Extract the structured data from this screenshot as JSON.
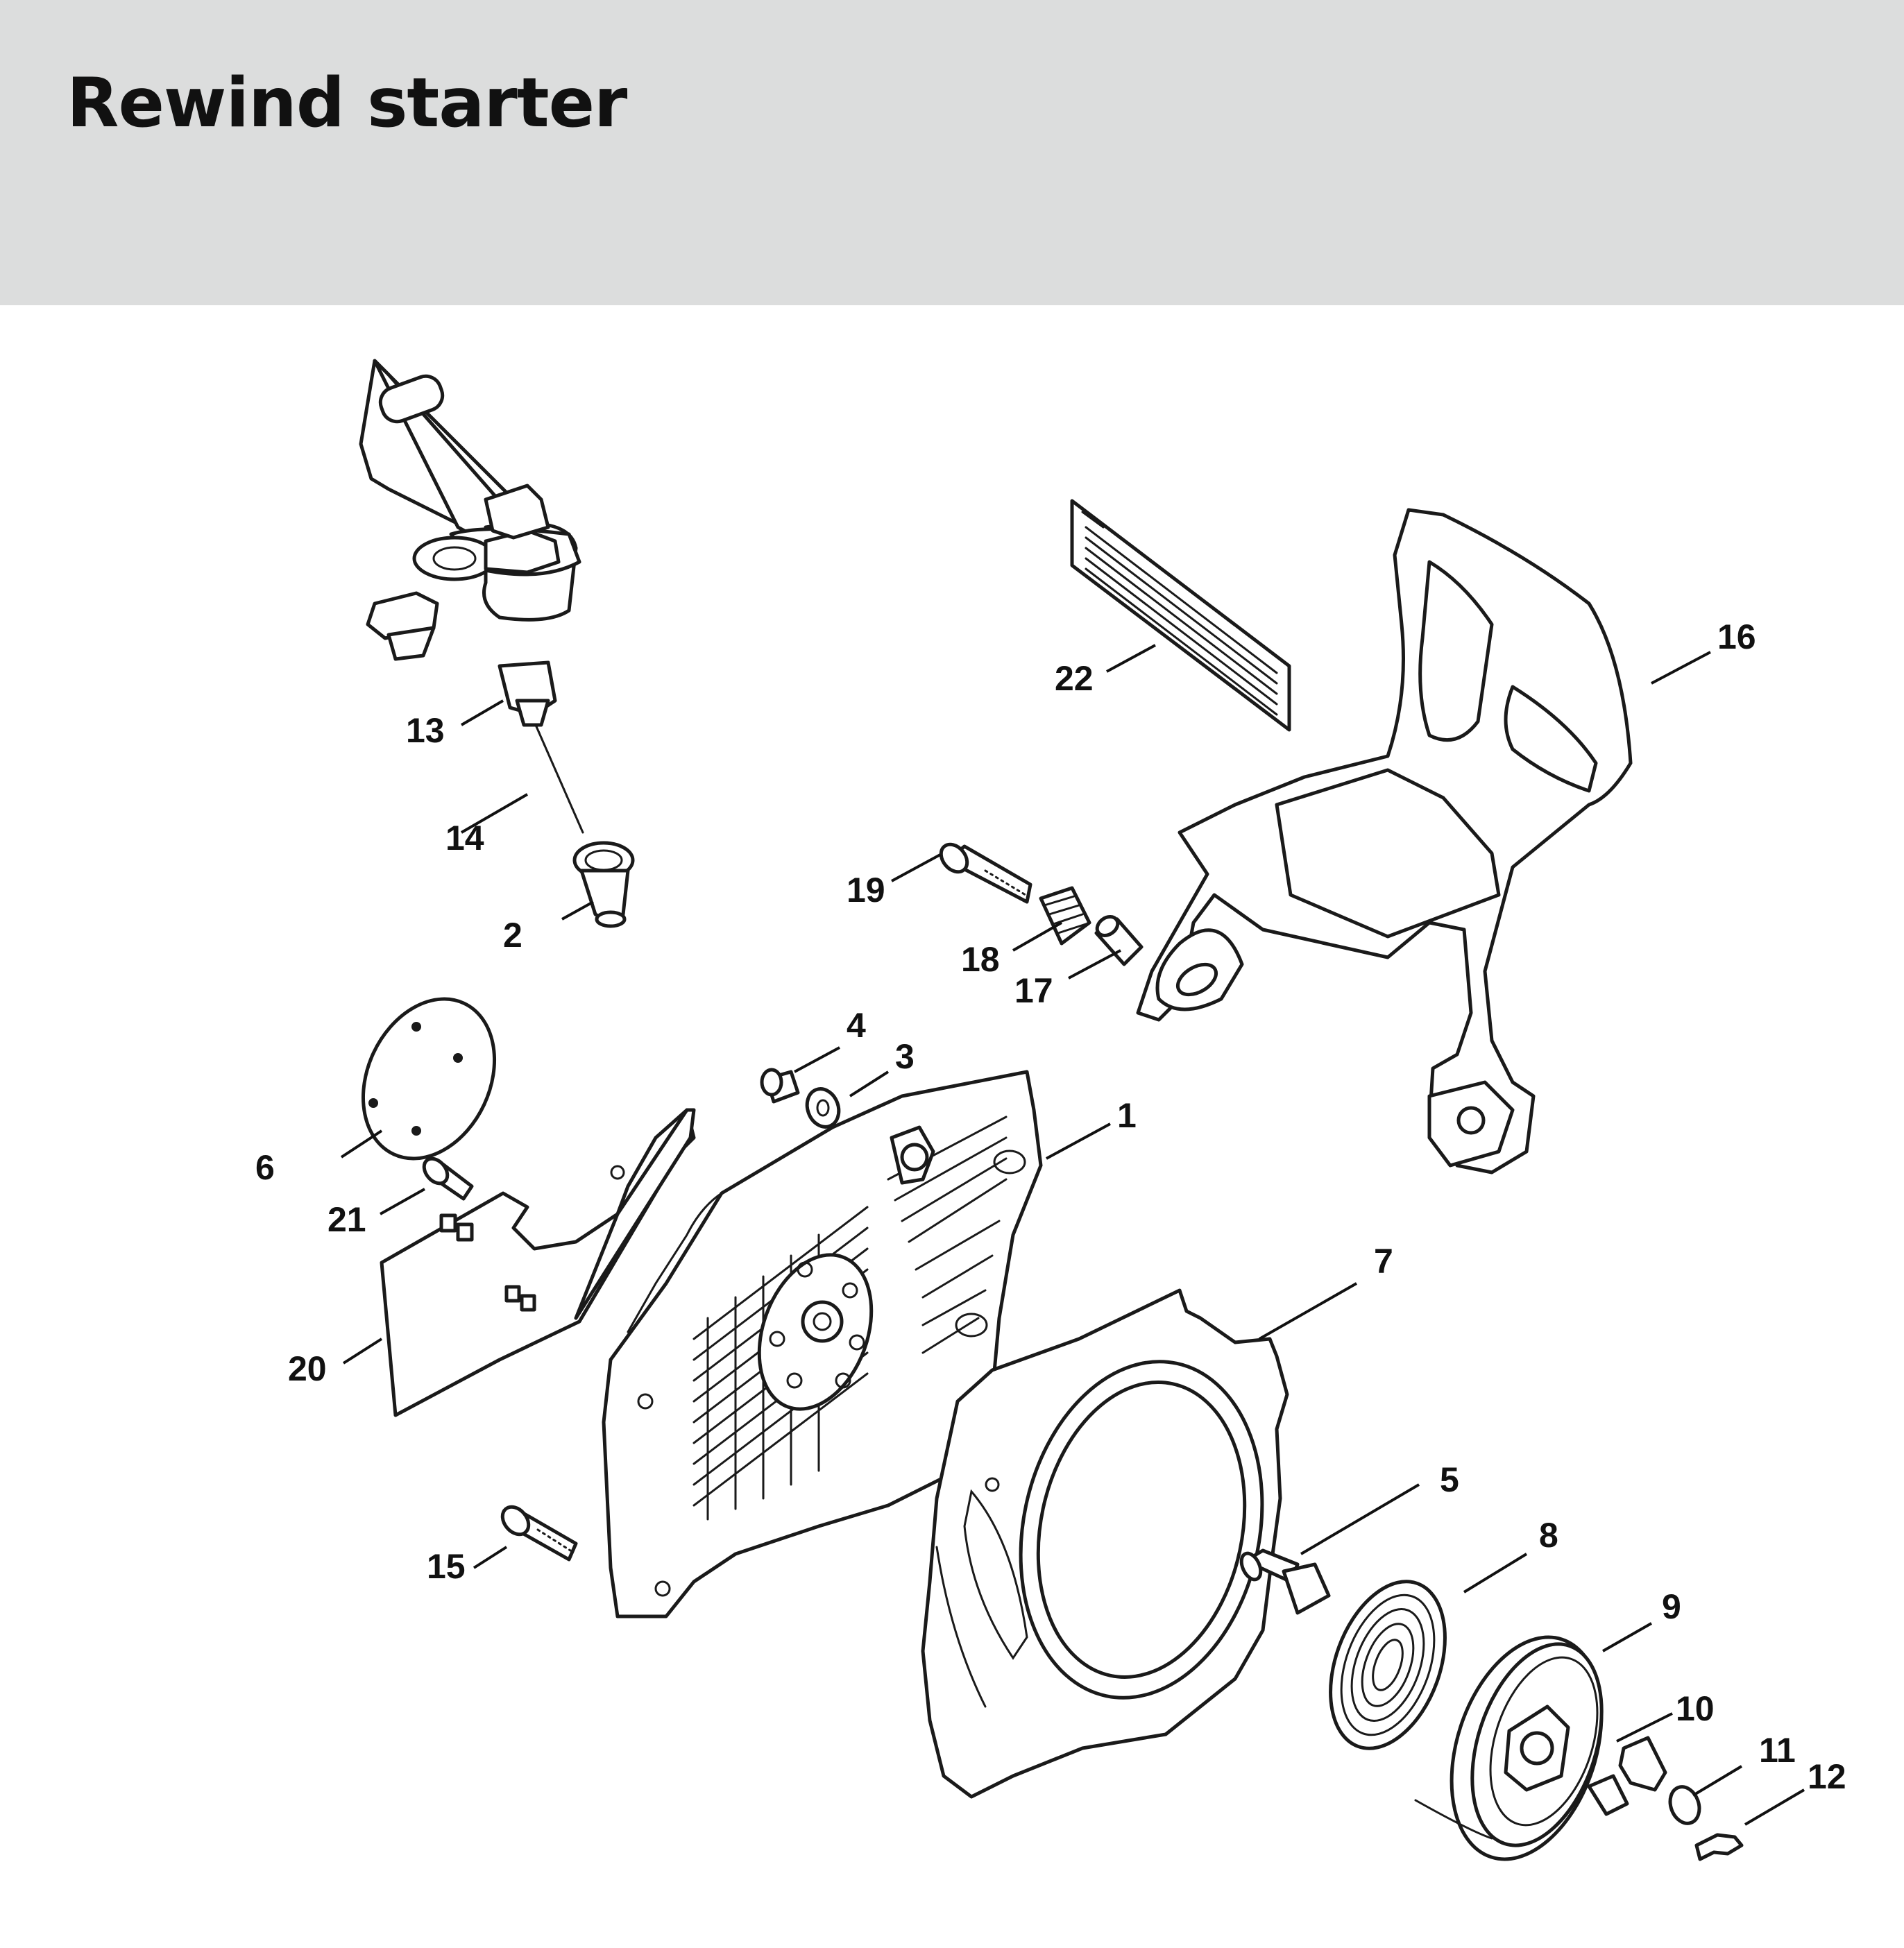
{
  "header": {
    "title": "Rewind starter",
    "background_color": "#dcdddd"
  },
  "diagram": {
    "line_color": "#1a1a1a",
    "parts": [
      {
        "number": "1"
      },
      {
        "number": "2"
      },
      {
        "number": "3"
      },
      {
        "number": "4"
      },
      {
        "number": "5"
      },
      {
        "number": "6"
      },
      {
        "number": "7"
      },
      {
        "number": "8"
      },
      {
        "number": "9"
      },
      {
        "number": "10"
      },
      {
        "number": "11"
      },
      {
        "number": "12"
      },
      {
        "number": "13"
      },
      {
        "number": "14"
      },
      {
        "number": "15"
      },
      {
        "number": "16"
      },
      {
        "number": "17"
      },
      {
        "number": "18"
      },
      {
        "number": "19"
      },
      {
        "number": "20"
      },
      {
        "number": "21"
      },
      {
        "number": "22"
      }
    ]
  }
}
